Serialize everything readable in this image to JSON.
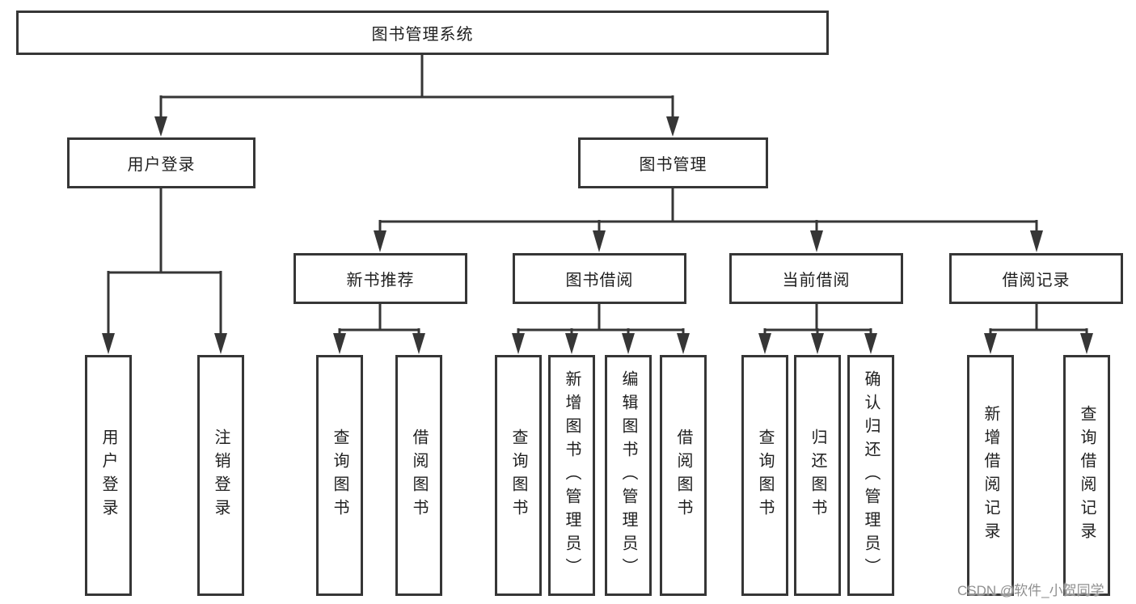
{
  "colors": {
    "line": "#363636",
    "border": "#363636",
    "text": "#1f1f1f",
    "background": "#ffffff",
    "watermark": "#8f8f8f"
  },
  "nodes": {
    "root": "图书管理系统",
    "level2": [
      "用户登录",
      "图书管理"
    ],
    "level3": [
      "新书推荐",
      "图书借阅",
      "当前借阅",
      "借阅记录"
    ],
    "leaves": {
      "user_login": [
        "用户登录",
        "注销登录"
      ],
      "new_book_recommend": [
        "查询图书",
        "借阅图书"
      ],
      "book_borrow": [
        "查询图书",
        "新增图书（管理员）",
        "编辑图书（管理员）",
        "借阅图书"
      ],
      "current_borrow": [
        "查询图书",
        "归还图书",
        "确认归还（管理员）"
      ],
      "borrow_records": [
        "新增借阅记录",
        "查询借阅记录"
      ]
    }
  },
  "watermark": "CSDN @软件_小贺同学"
}
